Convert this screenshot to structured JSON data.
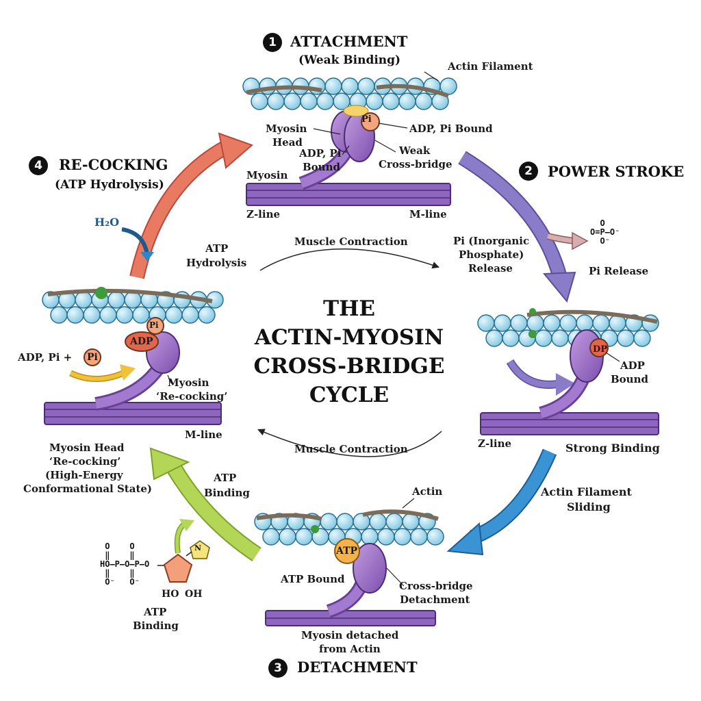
{
  "title": [
    "THE",
    "ACTIN-MYOSIN",
    "CROSS-BRIDGE",
    "CYCLE"
  ],
  "steps": {
    "s1": {
      "num": "1",
      "title": "ATTACHMENT",
      "subtitle": "(Weak Binding)"
    },
    "s2": {
      "num": "2",
      "title": "POWER STROKE"
    },
    "s3": {
      "num": "3",
      "title": "DETACHMENT"
    },
    "s4": {
      "num": "4",
      "title": "RE-COCKING",
      "subtitle": "(ATP Hydrolysis)"
    }
  },
  "labels": {
    "actin_filament": "Actin Filament",
    "adp_pi_bound_right": "ADP, Pi Bound",
    "myosin_head_1": "Myosin",
    "myosin_head_2": "Head",
    "adp_pi_1": "ADP, Pi",
    "adp_pi_2": "Bound",
    "weak_1": "Weak",
    "weak_2": "Cross-bridge",
    "myosin": "Myosin",
    "zline_top": "Z-line",
    "mline_top": "M-line",
    "pi_release_caption_1": "Pi (Inorganic",
    "pi_release_caption_2": "Phosphate)",
    "pi_release_caption_3": "Release",
    "pi_release": "Pi Release",
    "atp_hydrolysis_1": "ATP",
    "atp_hydrolysis_2": "Hydrolysis",
    "muscle_contraction_top": "Muscle Contraction",
    "muscle_contraction_bottom": "Muscle Contraction",
    "h2o": "H₂O",
    "adp_pi_plus": "ADP, Pi +",
    "pi_symbol": "Pi",
    "adp": "ADP",
    "myosin_recocking_1": "Myosin",
    "myosin_recocking_2": "‘Re-cocking’",
    "mline_left": "M-line",
    "head_recock_1": "Myosin Head",
    "head_recock_2": "‘Re-cocking’",
    "head_recock_3": "(High-Energy",
    "head_recock_4": "Conformational State)",
    "adp_bound_1": "ADP",
    "adp_bound_2": "Bound",
    "zline_right": "Z-line",
    "strong_binding": "Strong Binding",
    "sliding_1": "Actin Filament",
    "sliding_2": "Sliding",
    "atp_binding_mid_1": "ATP",
    "atp_binding_mid_2": "Binding",
    "actin": "Actin",
    "atp": "ATP",
    "atp_bound": "ATP Bound",
    "detach_1": "Cross-bridge",
    "detach_2": "Detachment",
    "detached_1": "Myosin detached",
    "detached_2": "from Actin",
    "atp_binding_low_1": "ATP",
    "atp_binding_low_2": "Binding",
    "phosphate_formula": "  O\nO=P—O⁻\n  O⁻",
    "atp_chain": " O    O\n ‖    ‖\nHO–P–O–P–O\n ‖    ‖\n O⁻   O⁻",
    "ho": "HO",
    "oh": "OH",
    "n_ring": "N"
  },
  "colors": {
    "actin": "#a8dcee",
    "actin_stroke": "#2d6f8c",
    "myosin": "#9b6fc0",
    "myosin_dark": "#6a3f96",
    "arrow_red": "#e0705a",
    "arrow_purple": "#7c6cb8",
    "arrow_blue": "#2e86c8",
    "arrow_green": "#a6cc45",
    "arrow_yellow": "#f0c23a",
    "pi_orange": "#f3a57c",
    "atp_orange": "#f5b14a"
  }
}
